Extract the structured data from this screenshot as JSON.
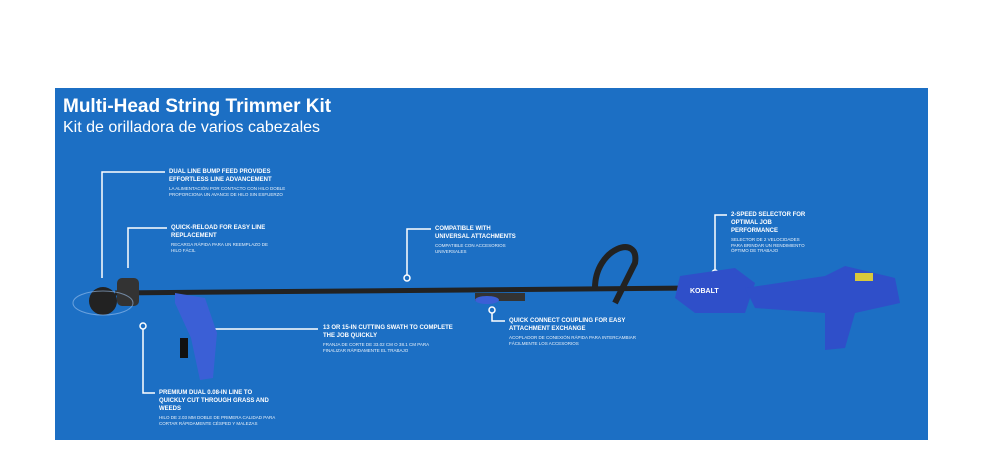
{
  "title": "Multi-Head String Trimmer Kit",
  "subtitle": "Kit de orilladora de varios cabezales",
  "brand": "KOBALT",
  "colors": {
    "panel": "#1c6fc4",
    "tool": "#2f4fc9"
  },
  "callouts": [
    {
      "h": "Dual line bump feed provides effortless line advancement",
      "s": "La alimentación por contacto con hilo doble proporciona un avance de hilo sin esfuerzo"
    },
    {
      "h": "Quick-reload for easy line replacement",
      "s": "Recarga rápida para un reemplazo de hilo fácil"
    },
    {
      "h": "Premium dual 0.08-in line to quickly cut through grass and weeds",
      "s": "Hilo de 2.03 mm doble de primera calidad para cortar rápidamente césped y malezas"
    },
    {
      "h": "13 or 15-in cutting swath to complete the job quickly",
      "s": "Franja de corte de 33.02 cm o 38.1 cm para finalizar rápidamente el trabajo"
    },
    {
      "h": "Compatible with universal attachments",
      "s": "Compatible con accesorios universales"
    },
    {
      "h": "Quick connect coupling for easy attachment exchange",
      "s": "Acoplador de conexión rápida para intercambiar fácilmente los accesorios"
    },
    {
      "h": "2-speed selector for optimal job performance",
      "s": "Selector de 2 velocidades para brindar un rendimiento óptimo de trabajo"
    }
  ]
}
